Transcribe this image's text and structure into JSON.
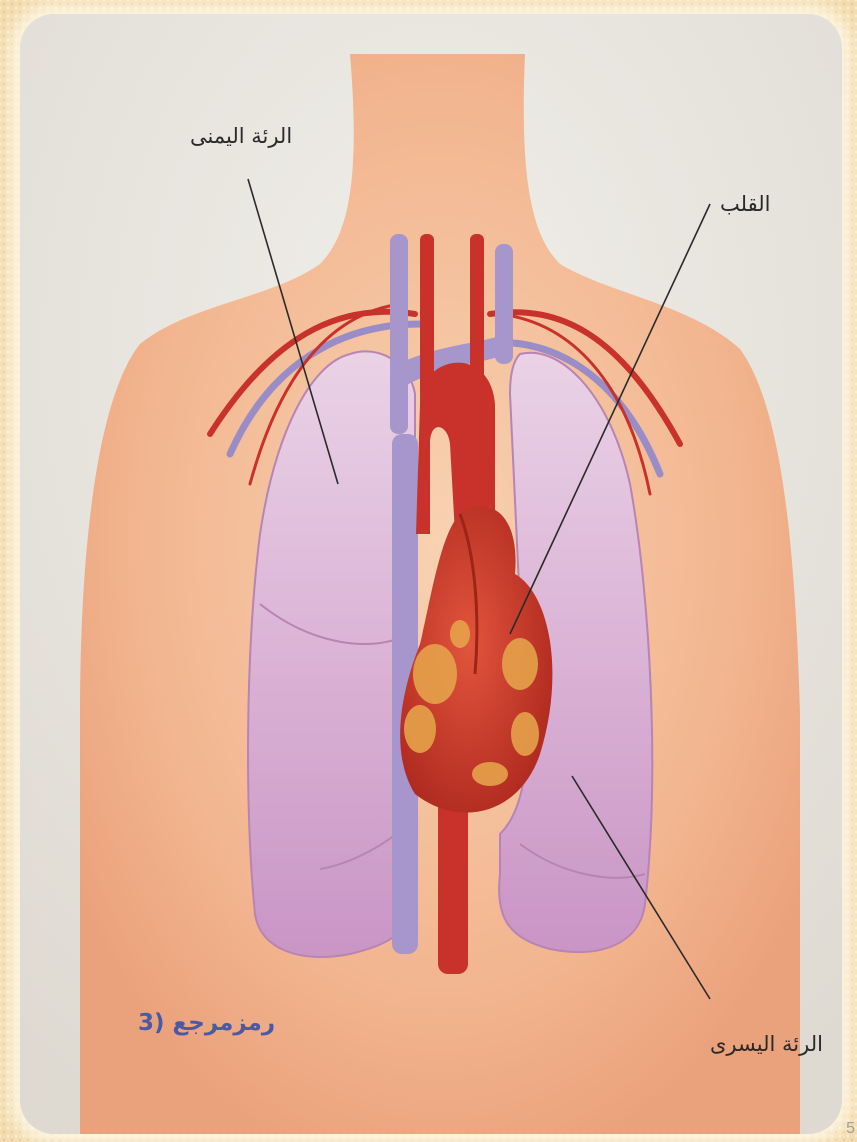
{
  "labels": {
    "right_lung": "الرئة اليمنى",
    "heart": "القلب",
    "left_lung": "الرئة اليسرى"
  },
  "reference": "رمزمرجع (3",
  "page_number": "5",
  "colors": {
    "skin": "#f0b48e",
    "lung": "#dcb4d6",
    "heart": "#cc3a2a",
    "artery": "#c8322a",
    "vein": "#9a8cc6",
    "fat": "#e5a24a",
    "reference_text": "#4a5aa5"
  }
}
